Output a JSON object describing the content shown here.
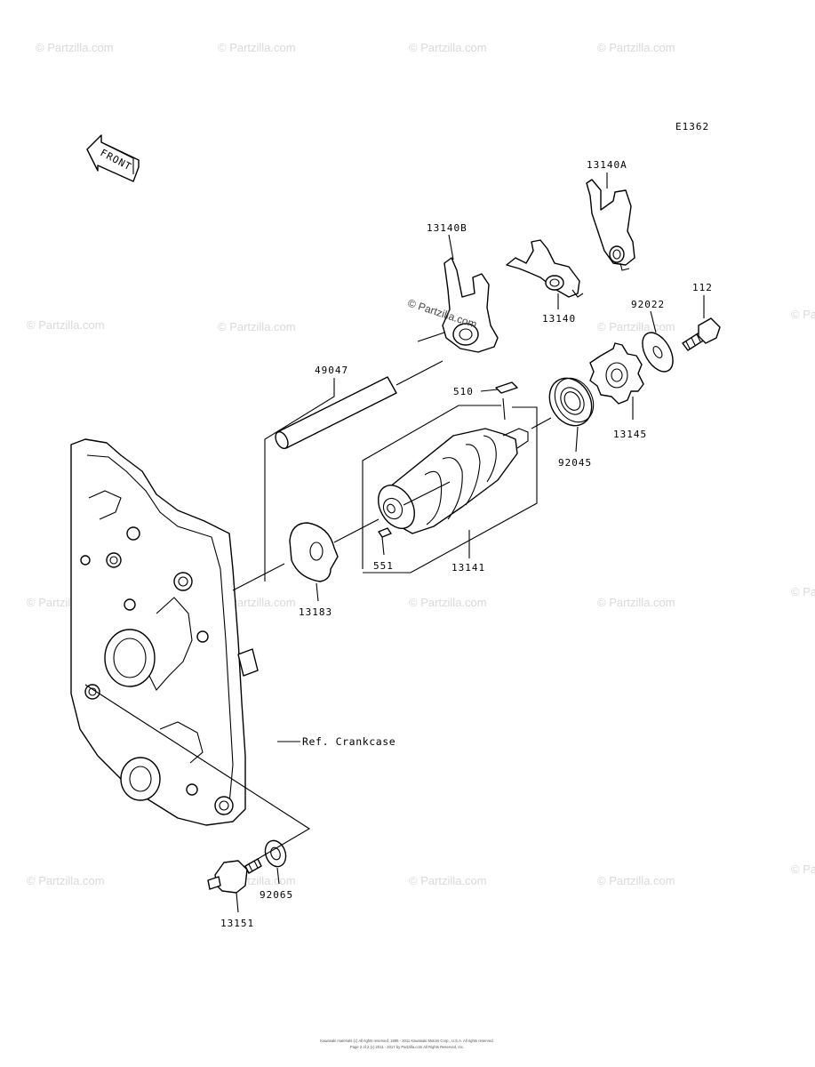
{
  "diagram_code": "E1362",
  "front_label": "FRONT",
  "reference_label": "Ref. Crankcase",
  "parts": [
    {
      "number": "13140A"
    },
    {
      "number": "13140B"
    },
    {
      "number": "13140"
    },
    {
      "number": "112"
    },
    {
      "number": "92022"
    },
    {
      "number": "49047"
    },
    {
      "number": "510"
    },
    {
      "number": "13145"
    },
    {
      "number": "92045"
    },
    {
      "number": "551"
    },
    {
      "number": "13141"
    },
    {
      "number": "13183"
    },
    {
      "number": "92065"
    },
    {
      "number": "13151"
    }
  ],
  "watermark_text": "© Partzilla.com",
  "inline_watermark_text": "© Partzilla.com",
  "footer_copyright": "Kawasaki materials (c) All rights reserved. 1995 - 2011 Kawasaki Motors Corp., U.S.A. All rights reserved.",
  "footer_note": "Page 2 of 2 (c) 2011 - 2017 by Partzilla.com All Rights Reserved, Inc."
}
